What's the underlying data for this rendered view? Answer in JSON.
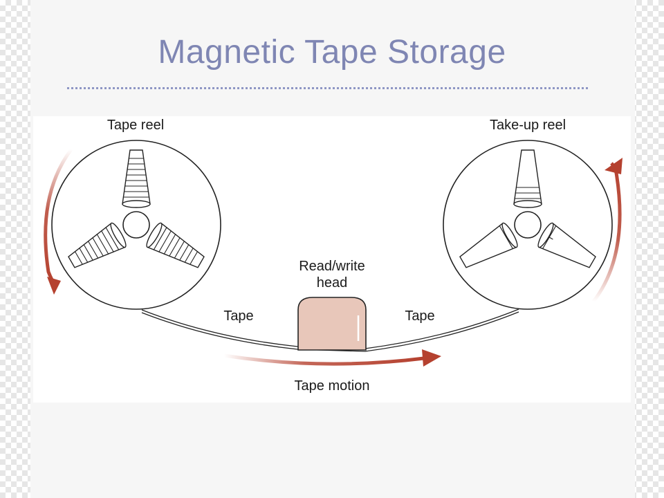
{
  "slide": {
    "title": "Magnetic Tape Storage"
  },
  "diagram": {
    "labels": {
      "tape_reel": "Tape reel",
      "takeup_reel": "Take-up reel",
      "head_line1": "Read/write",
      "head_line2": "head",
      "tape_left": "Tape",
      "tape_right": "Tape",
      "motion": "Tape motion"
    },
    "colors": {
      "arrow": "#b5412f",
      "head_fill": "#e8c7ba",
      "title": "#7f86b3",
      "rule": "#8e96c4"
    }
  }
}
